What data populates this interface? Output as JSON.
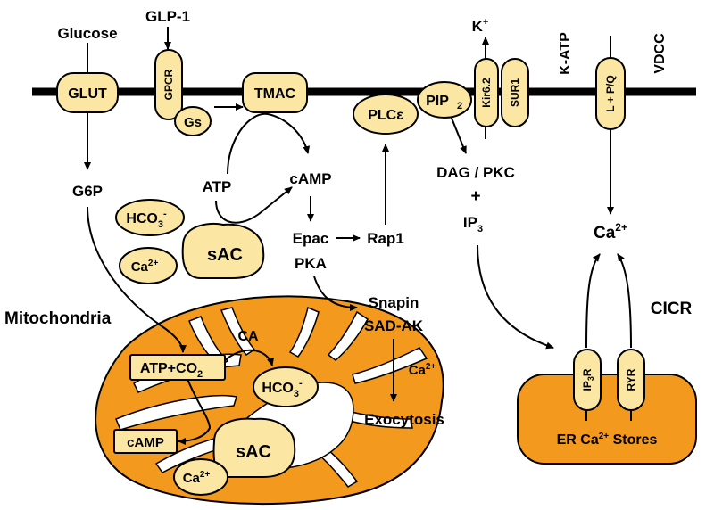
{
  "colors": {
    "protein_fill": "#fbe7a3",
    "organelle_fill": "#f39a1e",
    "membrane": "#000000",
    "background": "#ffffff"
  },
  "labels": {
    "glucose": "Glucose",
    "glp1": "GLP-1",
    "glut": "GLUT",
    "gpcr": "GPCR",
    "gs": "Gs",
    "tmac": "TMAC",
    "plc": "PLCε",
    "pip2": "PIP",
    "pip2_sub": "2",
    "kplus": "K",
    "kplus_sup": "+",
    "kir": "Kir6.2",
    "sur1": "SUR1",
    "katp": "K-ATP",
    "lpq": "L + P/Q",
    "vdcc": "VDCC",
    "g6p": "G6P",
    "atp": "ATP",
    "camp": "cAMP",
    "hco3": "HCO",
    "hco3_sub": "3",
    "hco3_sup": "-",
    "ca2": "Ca",
    "ca2_sup": "2+",
    "sac": "sAC",
    "epac": "Epac",
    "pka": "PKA",
    "rap1": "Rap1",
    "dagpkc": "DAG / PKC",
    "plus": "+",
    "ip3": "IP",
    "ip3_sub": "3",
    "ca2_cyto": "Ca",
    "ca2_cyto_sup": "2+",
    "snapin": "Snapin",
    "sadak": "SAD-AK",
    "ca2_exo": "Ca",
    "ca2_exo_sup": "2+",
    "exocytosis": "Exocytosis",
    "mitochondria": "Mitochondria",
    "ca_enzyme": "CA",
    "atpco2": "ATP+CO",
    "atpco2_sub": "2",
    "mito_hco3": "HCO",
    "mito_hco3_sub": "3",
    "mito_hco3_sup": "-",
    "mito_camp": "cAMP",
    "mito_sac": "sAC",
    "mito_ca2": "Ca",
    "mito_ca2_sup": "2+",
    "cicr": "CICR",
    "ip3r": "IP",
    "ip3r_sub": "3",
    "ip3r_tail": "R",
    "ryr": "RYR",
    "er_stores": "ER Ca",
    "er_stores_sup": "2+",
    "er_stores_tail": " Stores"
  }
}
